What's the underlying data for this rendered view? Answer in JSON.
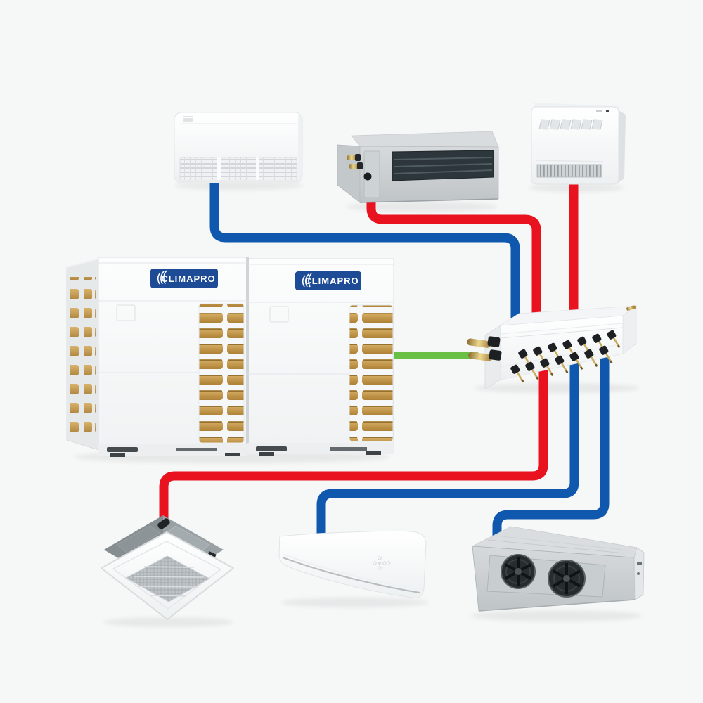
{
  "scene": {
    "type": "product-system-diagram",
    "description": "VRF HVAC system layout: two CLIMAPRO outdoor units feeding a refrigerant branch distributor connected to six indoor units",
    "background_color": "#f6f7f7"
  },
  "brand": {
    "logo_text": "CLIMAPRO",
    "logo_bg_color": "#1d4b96",
    "logo_text_color": "#ffffff"
  },
  "colors": {
    "pipe_red": "#e8131f",
    "pipe_blue": "#0f58ae",
    "pipe_green": "#6abf45",
    "coil_fin_gold": "#c49a4e"
  },
  "outdoor_unit": {
    "name": "vrf-outdoor-unit-pair",
    "modules": 2,
    "logo_text": "CLIMAPRO"
  },
  "distributor": {
    "name": "refrigerant-branch-distributor",
    "branch_ports": 14,
    "main_ports": 2
  },
  "indoor_units": [
    {
      "name": "ceiling-suspended-unit",
      "position": "top-left",
      "pipe_color": "blue"
    },
    {
      "name": "slim-duct-unit",
      "position": "top-center",
      "pipe_color": "red"
    },
    {
      "name": "floor-console-unit",
      "position": "top-right",
      "pipe_color": "red"
    },
    {
      "name": "ceiling-cassette-unit",
      "position": "bottom-left",
      "pipe_color": "red"
    },
    {
      "name": "wall-mounted-unit",
      "position": "bottom-center",
      "pipe_color": "blue"
    },
    {
      "name": "high-static-ducted-unit",
      "position": "bottom-right",
      "pipe_color": "blue"
    }
  ],
  "pipes": [
    {
      "name": "pipe-ceiling-suspended-to-distributor",
      "color": "blue"
    },
    {
      "name": "pipe-slim-duct-to-distributor",
      "color": "red"
    },
    {
      "name": "pipe-floor-console-to-distributor",
      "color": "red"
    },
    {
      "name": "pipe-distributor-to-cassette",
      "color": "red"
    },
    {
      "name": "pipe-distributor-to-wall-unit",
      "color": "blue"
    },
    {
      "name": "pipe-distributor-to-ducted-unit",
      "color": "blue"
    },
    {
      "name": "pipe-outdoor-to-distributor",
      "color": "green"
    }
  ]
}
